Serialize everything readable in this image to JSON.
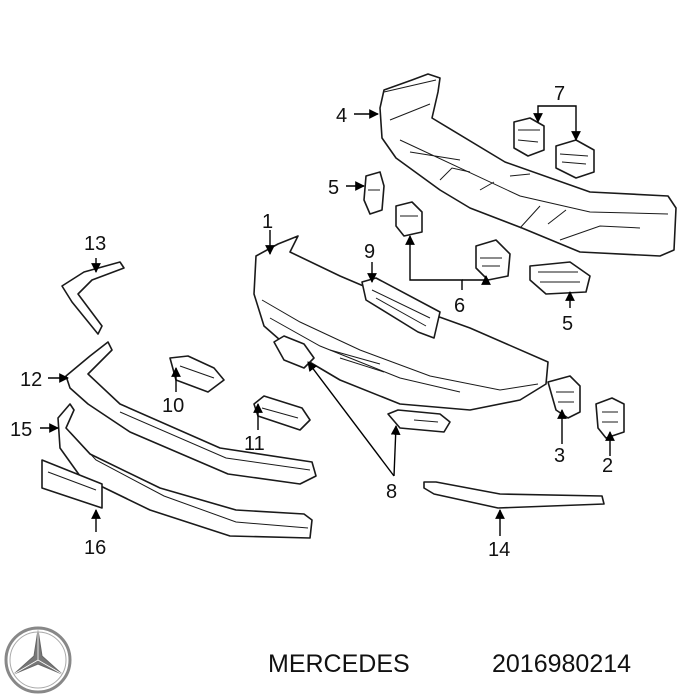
{
  "brand": "MERCEDES",
  "part_number": "2016980214",
  "callouts": {
    "c1": "1",
    "c2": "2",
    "c3": "3",
    "c4": "4",
    "c5a": "5",
    "c5b": "5",
    "c6": "6",
    "c7": "7",
    "c8": "8",
    "c9": "9",
    "c10": "10",
    "c11": "11",
    "c12": "12",
    "c13": "13",
    "c14": "14",
    "c15": "15",
    "c16": "16"
  },
  "colors": {
    "line": "#1a1a1a",
    "background": "#ffffff"
  }
}
